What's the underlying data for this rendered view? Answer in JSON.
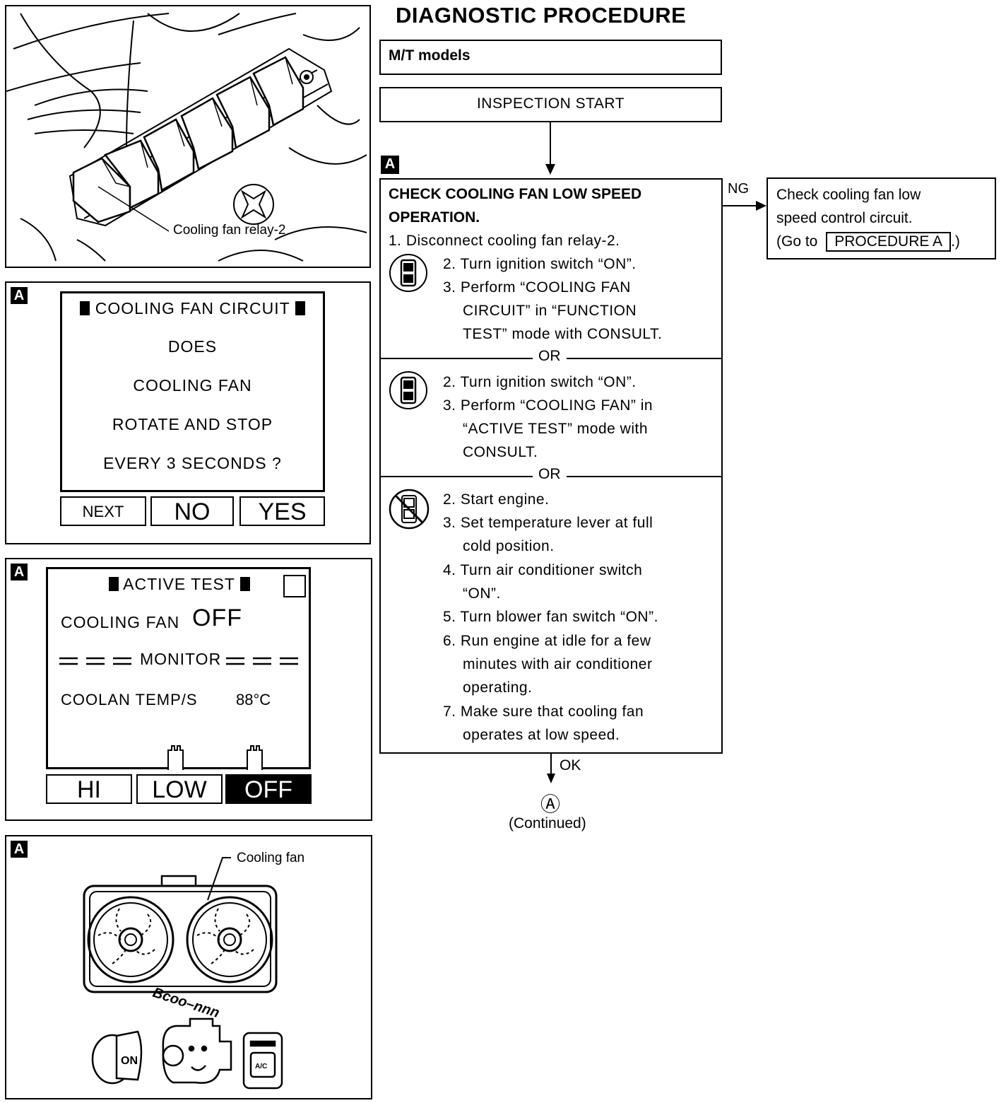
{
  "title": "DIAGNOSTIC PROCEDURE",
  "model_box": "M/T models",
  "start_box": "INSPECTION START",
  "section_tag": "A",
  "check": {
    "heading_line1": "CHECK COOLING FAN LOW SPEED",
    "heading_line2": "OPERATION.",
    "step1": "1. Disconnect cooling fan relay-2.",
    "method1": {
      "s2": "2. Turn ignition switch “ON”.",
      "s3a": "3. Perform “COOLING FAN",
      "s3b": "CIRCUIT” in “FUNCTION",
      "s3c": "TEST” mode with CONSULT."
    },
    "or1": "OR",
    "method2": {
      "s2": "2. Turn ignition switch “ON”.",
      "s3a": "3. Perform “COOLING FAN” in",
      "s3b": "“ACTIVE TEST” mode with",
      "s3c": "CONSULT."
    },
    "or2": "OR",
    "method3": {
      "s2": "2. Start engine.",
      "s3a": "3. Set temperature lever at full",
      "s3b": "cold position.",
      "s4a": "4. Turn air conditioner switch",
      "s4b": "“ON”.",
      "s5": "5. Turn blower fan switch “ON”.",
      "s6a": "6. Run engine at idle for a few",
      "s6b": "minutes with air conditioner",
      "s6c": "operating.",
      "s7a": "7. Make sure that cooling fan",
      "s7b": "operates at low speed."
    }
  },
  "ng_label": "NG",
  "ng_box": {
    "line1": "Check cooling fan low",
    "line2": "speed control circuit.",
    "goto_prefix": "(Go to",
    "procedure": "PROCEDURE A",
    "goto_suffix": ".)"
  },
  "ok_label": "OK",
  "continue_marker": "Ⓐ",
  "continued": "(Continued)",
  "fig1": {
    "callout": "Cooling fan relay-2"
  },
  "fig2": {
    "tag": "A",
    "header": "COOLING FAN CIRCUIT",
    "lines": [
      "DOES",
      "COOLING FAN",
      "ROTATE AND STOP",
      "EVERY 3 SECONDS ?"
    ],
    "buttons": [
      "NEXT",
      "NO",
      "YES"
    ]
  },
  "fig3": {
    "tag": "A",
    "header": "ACTIVE TEST",
    "fan_label": "COOLING FAN",
    "fan_value": "OFF",
    "monitor": "MONITOR",
    "temp_label": "COOLAN TEMP/S",
    "temp_value": "88°C",
    "buttons": [
      "HI",
      "LOW",
      "OFF"
    ]
  },
  "fig4": {
    "tag": "A",
    "callout": "Cooling fan",
    "sound": "Bcoo–nnn",
    "key_text": "ON",
    "ac_text": "A/C"
  }
}
